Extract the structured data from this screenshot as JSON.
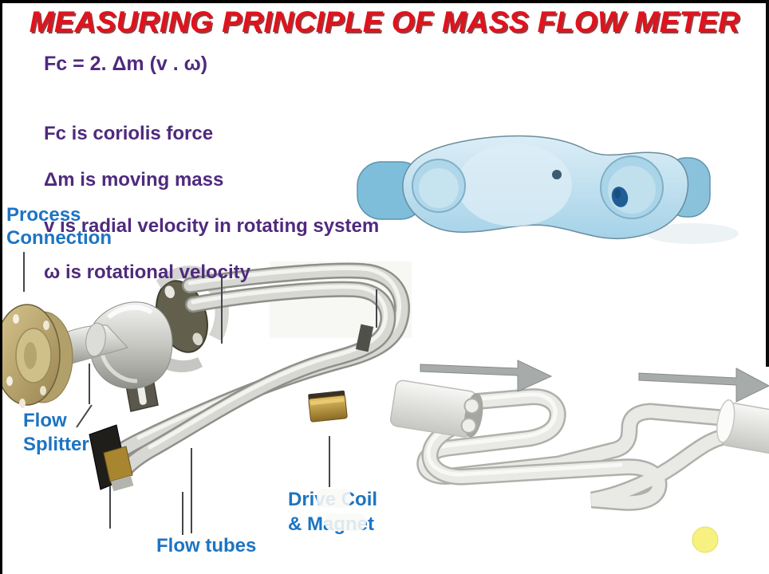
{
  "slide": {
    "background": "#ffffff",
    "border_color": "#000000"
  },
  "title": {
    "text": "MEASURING PRINCIPLE OF MASS FLOW METER",
    "color": "#e1121c"
  },
  "formula": {
    "equation": "Fc = 2. Δm (v . ω)",
    "color": "#4f2a7d",
    "definitions": [
      "Fc is coriolis force",
      "Δm is moving mass",
      "v is radial velocity in rotating system",
      "ω is rotational velocity"
    ]
  },
  "labels": {
    "color": "#1d74c2",
    "process_connection": "Process\nConnection",
    "flow_splitter": "Flow\nSplitter",
    "flow_tubes": "Flow tubes",
    "drive_coil_magnet": "Drive Coil\n& Magnet"
  },
  "illustrations": {
    "sensor_top_view": {
      "description": "light blue top view of coriolis sensor body",
      "body_color": "#bcdcec",
      "outline_color": "#6a8c9c",
      "marker_dot_color": "#3c5a70",
      "magnet_spot_color": "#1f5d94"
    },
    "flow_meter_photo": {
      "description": "cutaway photo of coriolis mass flow meter",
      "flange_color": "#c9b87f",
      "dark_flange_color": "#62604c",
      "tube_color": "#d6d6d2",
      "coil_block_color": "#c8a445",
      "sensor_block_color": "#201e1a"
    },
    "tube_motion_diagram": {
      "description": "white serpentine flow tubes with flow direction arrows",
      "tube_color": "#e9e9e6",
      "arrow_color": "#a7acaa"
    },
    "highlight_dot_color": "#f6f180",
    "pointer_line_color": "#44464a"
  }
}
